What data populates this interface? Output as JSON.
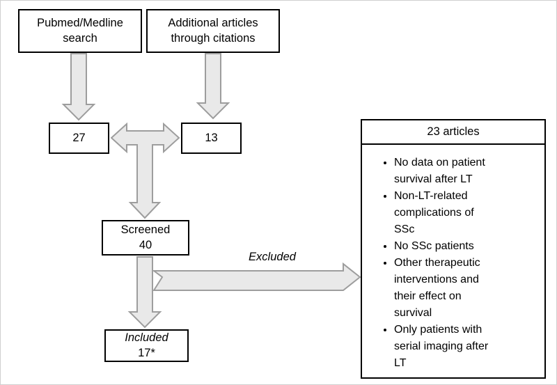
{
  "flowchart": {
    "source_pubmed": {
      "line1": "Pubmed/Medline",
      "line2": "search"
    },
    "source_citations": {
      "line1": "Additional articles",
      "line2": "through citations"
    },
    "pubmed_count": "27",
    "citations_count": "13",
    "screened": {
      "line1": "Screened",
      "line2": "40"
    },
    "included": {
      "line1": "Included",
      "line2": "17*"
    },
    "excluded_arrow_label": "Excluded",
    "excluded_panel": {
      "title": "23 articles",
      "reasons": [
        "No data on patient survival after LT",
        "Non-LT-related complications of SSc",
        "No SSc patients",
        "Other therapeutic interventions and their effect on survival",
        "Only patients with serial imaging after LT"
      ]
    },
    "colors": {
      "arrow_fill": "#e9e9e9",
      "arrow_stroke": "#9d9d9d",
      "box_border": "#000000",
      "background": "#ffffff"
    }
  }
}
